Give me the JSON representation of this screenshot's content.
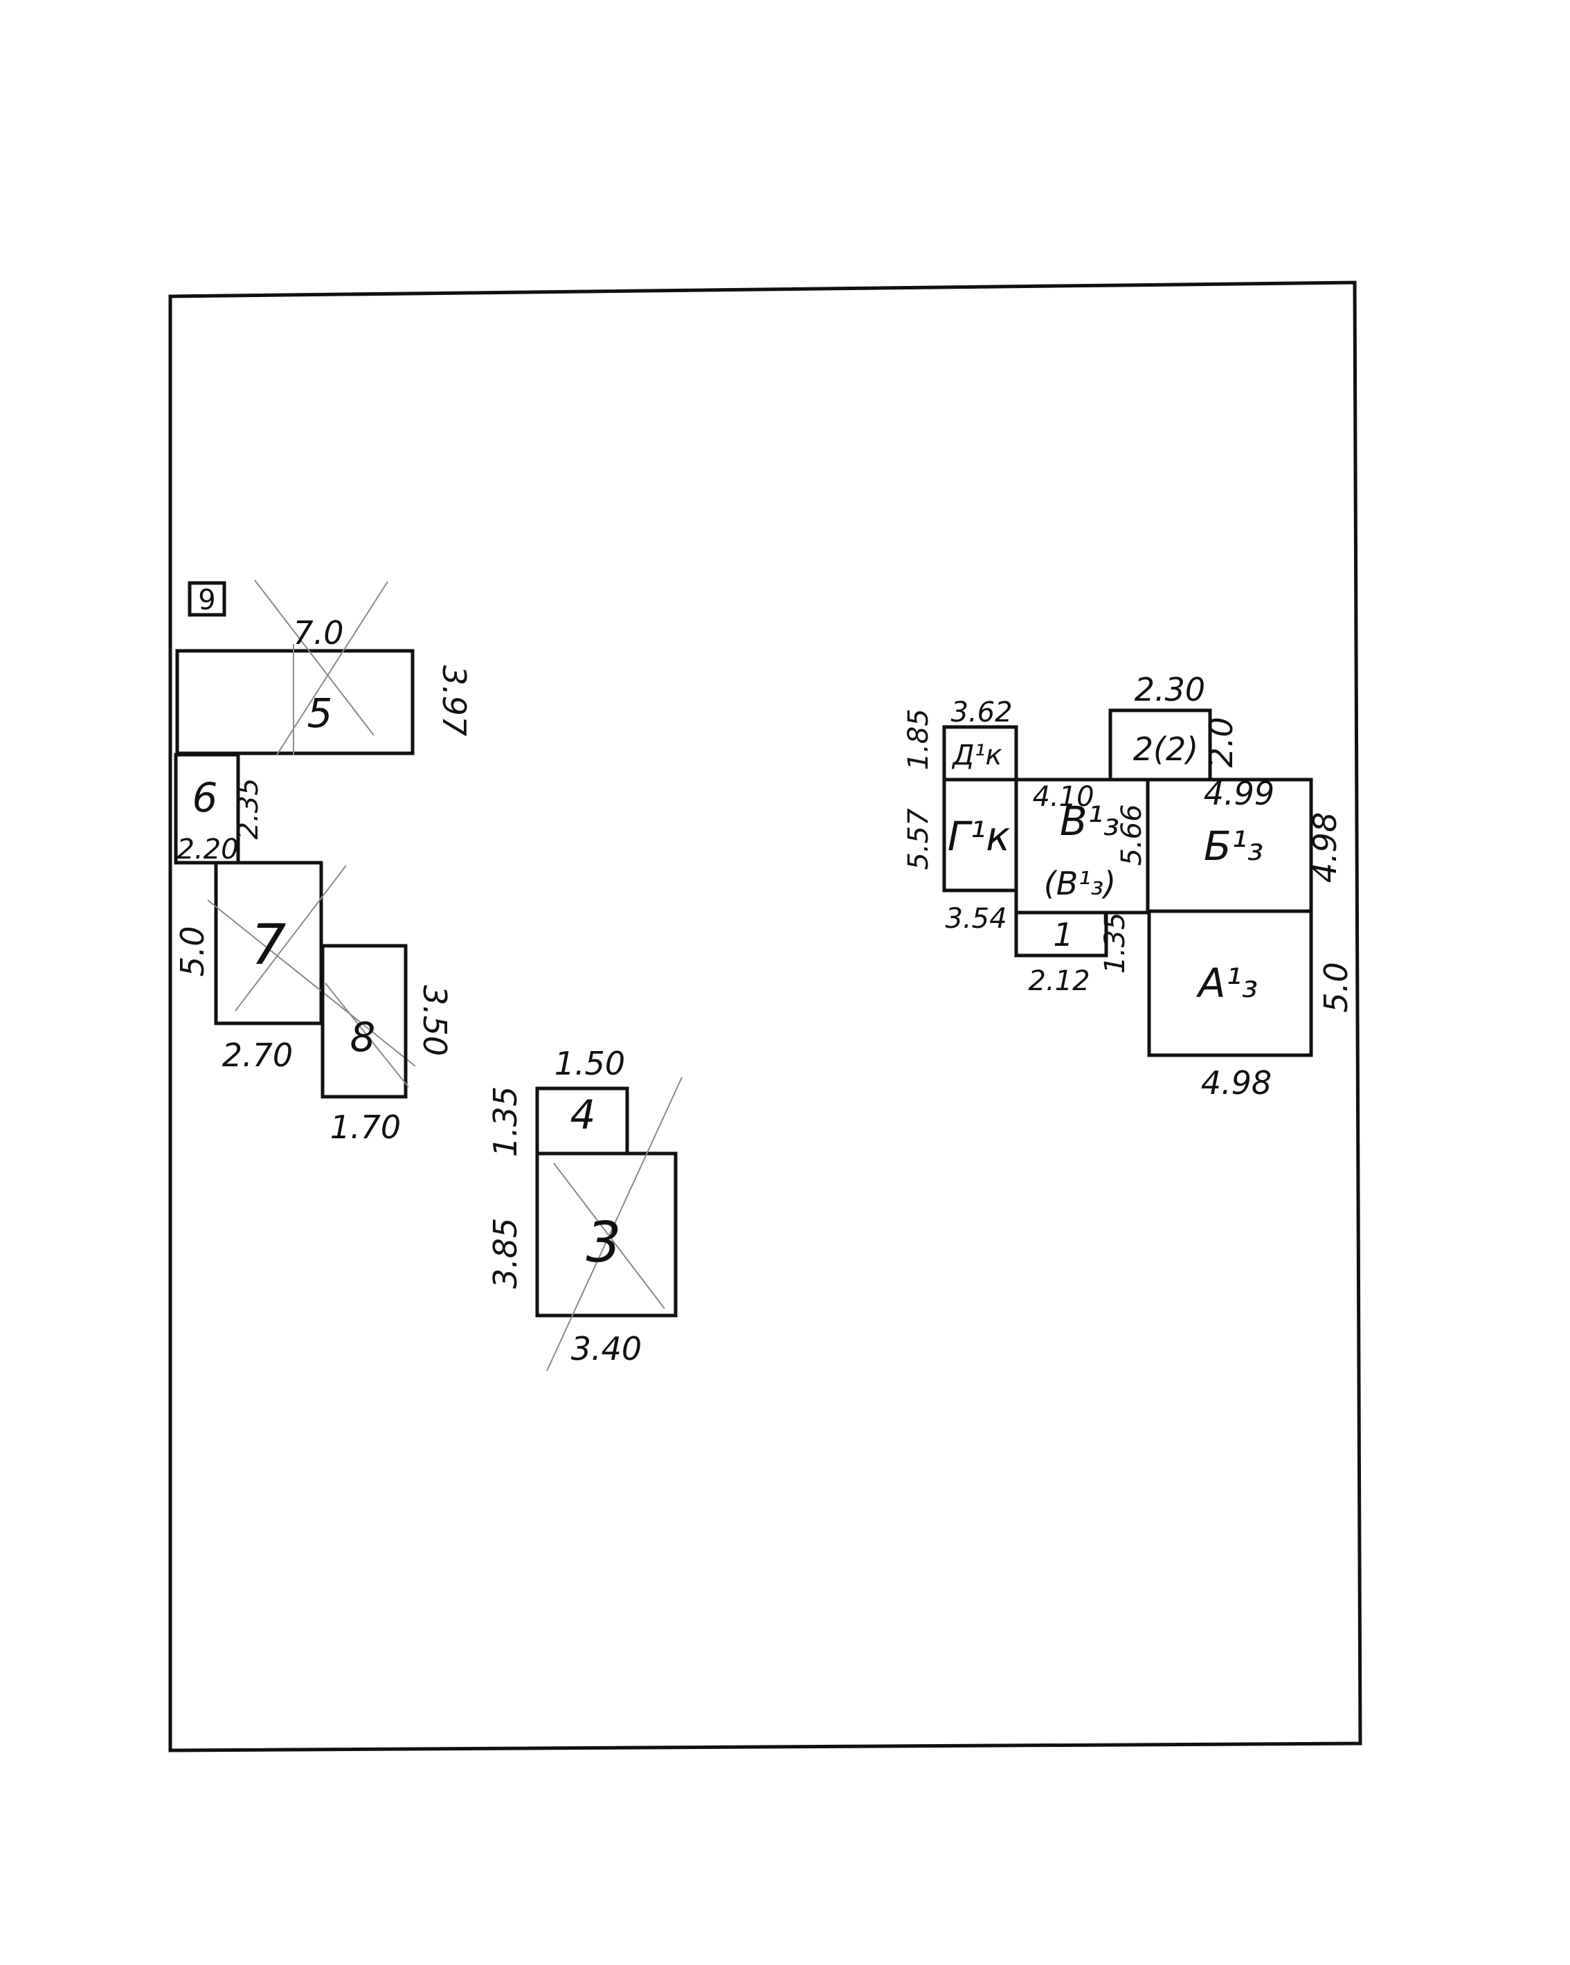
{
  "sheet": {
    "label": "9"
  },
  "left_group": {
    "rooms": [
      {
        "id": "5",
        "label": "5",
        "dims": [
          "7.0",
          "3.97"
        ]
      },
      {
        "id": "6",
        "label": "6",
        "dims": [
          "2.35",
          "2.20"
        ]
      },
      {
        "id": "7",
        "label": "7",
        "dims": [
          "5.0",
          "2.70"
        ]
      },
      {
        "id": "8",
        "label": "8",
        "dims": [
          "3.50",
          "1.70"
        ]
      }
    ]
  },
  "middle_group": {
    "rooms": [
      {
        "id": "4",
        "label": "4",
        "dims": [
          "1.50",
          "1.35"
        ]
      },
      {
        "id": "3",
        "label": "3",
        "dims": [
          "3.85",
          "3.40"
        ]
      }
    ]
  },
  "right_group": {
    "rooms": [
      {
        "id": "D",
        "label": "Д¹к",
        "dims": [
          "3.62",
          "1.85"
        ]
      },
      {
        "id": "G",
        "label": "Г¹к",
        "dims": [
          "5.57",
          "3.54"
        ]
      },
      {
        "id": "V",
        "label": "В¹₃",
        "sublabel": "(В¹₃)",
        "dims": [
          "4.10",
          "5.66"
        ]
      },
      {
        "id": "1",
        "label": "1",
        "dims": [
          "2.12",
          "1.35"
        ]
      },
      {
        "id": "2",
        "label": "2(2)",
        "dims": [
          "2.30",
          "2.0"
        ]
      },
      {
        "id": "B",
        "label": "Б¹₃",
        "dims": [
          "4.99",
          "4.98"
        ]
      },
      {
        "id": "A",
        "label": "А¹₃",
        "dims": [
          "5.0",
          "4.98"
        ]
      }
    ]
  }
}
